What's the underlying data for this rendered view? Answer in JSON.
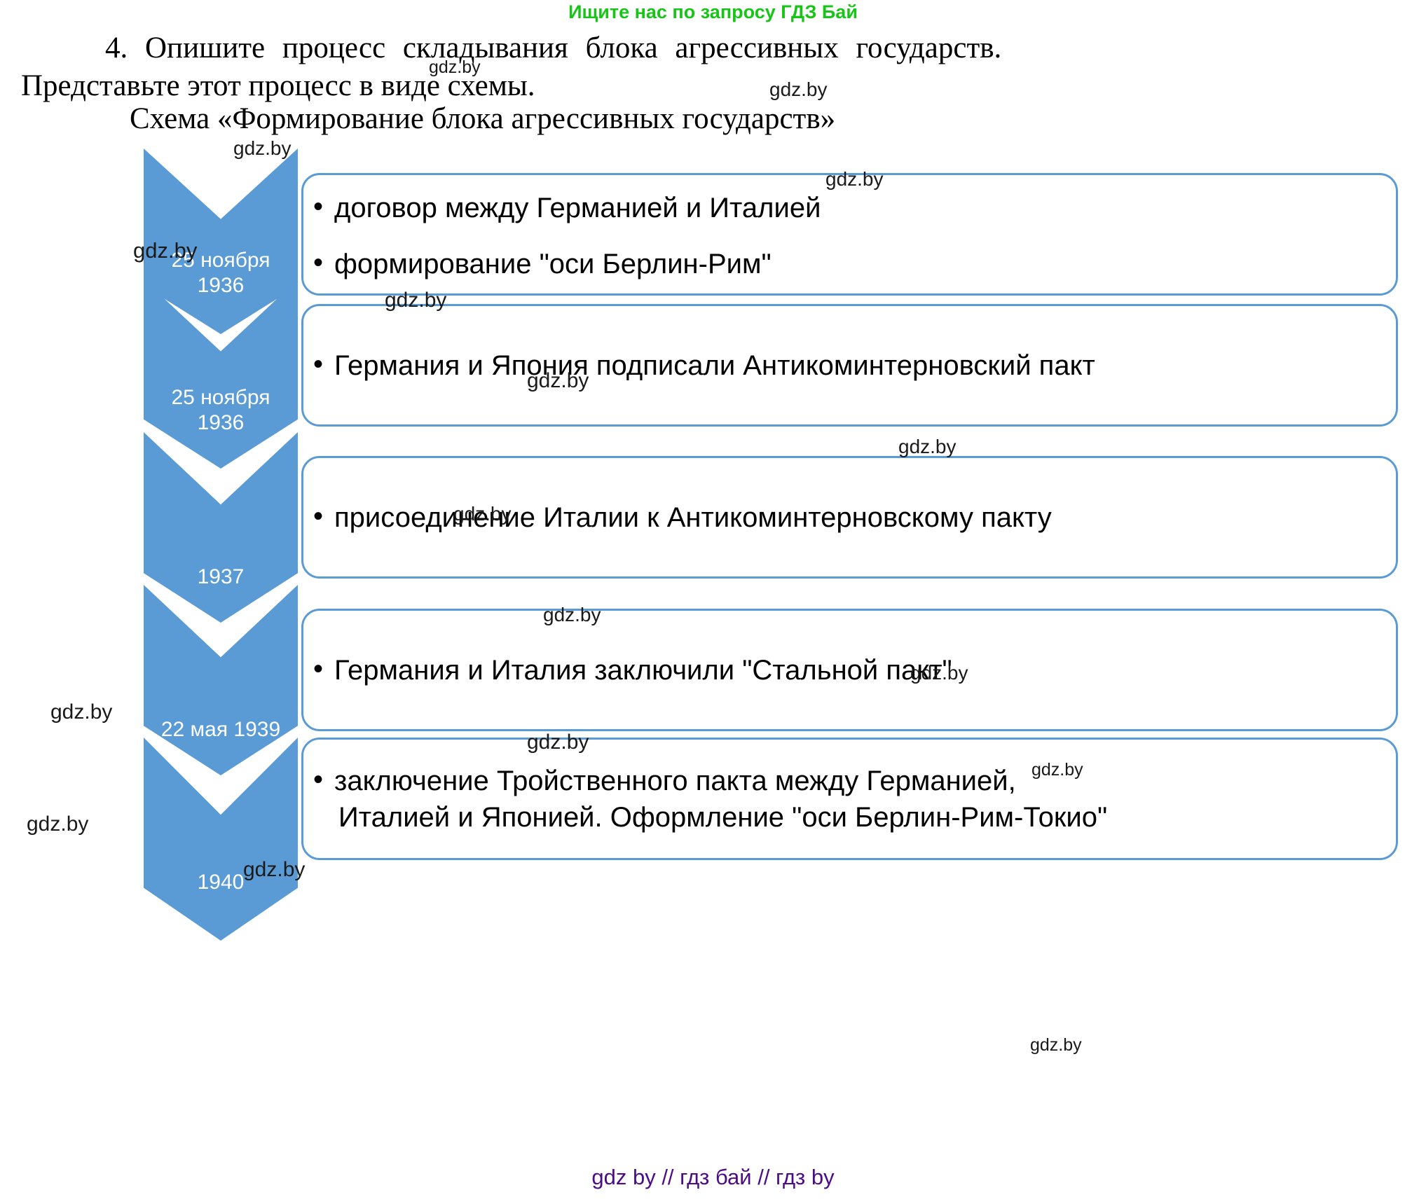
{
  "promo": {
    "text": "Ищите нас по запросу ГДЗ Бай",
    "color": "#19c419"
  },
  "question": {
    "number": "4.",
    "line1": "4.  Опишите  процесс  складывания  блока  агрессивных  государств.",
    "line2": "Представьте этот процесс в виде схемы.",
    "full": "4. Опишите процесс складывания блока агрессивных государств. Представьте этот процесс в виде схемы."
  },
  "scheme": {
    "title": "Схема «Формирование блока агрессивных государств»",
    "accent_color": "#5b9bd5",
    "steps": [
      {
        "date": "25 ноября\n1936",
        "bullets": [
          "договор между Германией и Италией",
          "формирование \"оси Берлин-Рим\""
        ]
      },
      {
        "date": "25 ноября\n1936",
        "bullets": [
          "Германия и Япония подписали Антикоминтерновский пакт"
        ]
      },
      {
        "date": "1937",
        "bullets": [
          "присоединение Италии к Антикоминтерновскому пакту"
        ]
      },
      {
        "date": "22 мая 1939",
        "bullets": [
          "Германия и Италия заключили \"Стальной пакт\""
        ]
      },
      {
        "date": "1940",
        "bullets": [
          "заключение Тройственного пакта между Германией,",
          "Италией и Японией.  Оформление \"оси Берлин-Рим-Токио\""
        ]
      }
    ]
  },
  "watermarks": [
    {
      "text": "gdz.by"
    },
    {
      "text": "gdz.by"
    },
    {
      "text": "gdz.by"
    },
    {
      "text": "gdz.by"
    },
    {
      "text": "gdz.by"
    },
    {
      "text": "gdz.by"
    },
    {
      "text": "gdz.by"
    },
    {
      "text": "gdz.by"
    },
    {
      "text": "gdz.by"
    },
    {
      "text": "gdz.by"
    },
    {
      "text": "gdz.by"
    },
    {
      "text": "gdz.by"
    },
    {
      "text": "gdz.by"
    },
    {
      "text": "gdz.by"
    },
    {
      "text": "gdz.by"
    },
    {
      "text": "gdz.by"
    },
    {
      "text": "gdz.by"
    }
  ],
  "footer": {
    "text": "gdz by  //  гдз бай  //  гдз by",
    "color": "#4b0c86"
  }
}
